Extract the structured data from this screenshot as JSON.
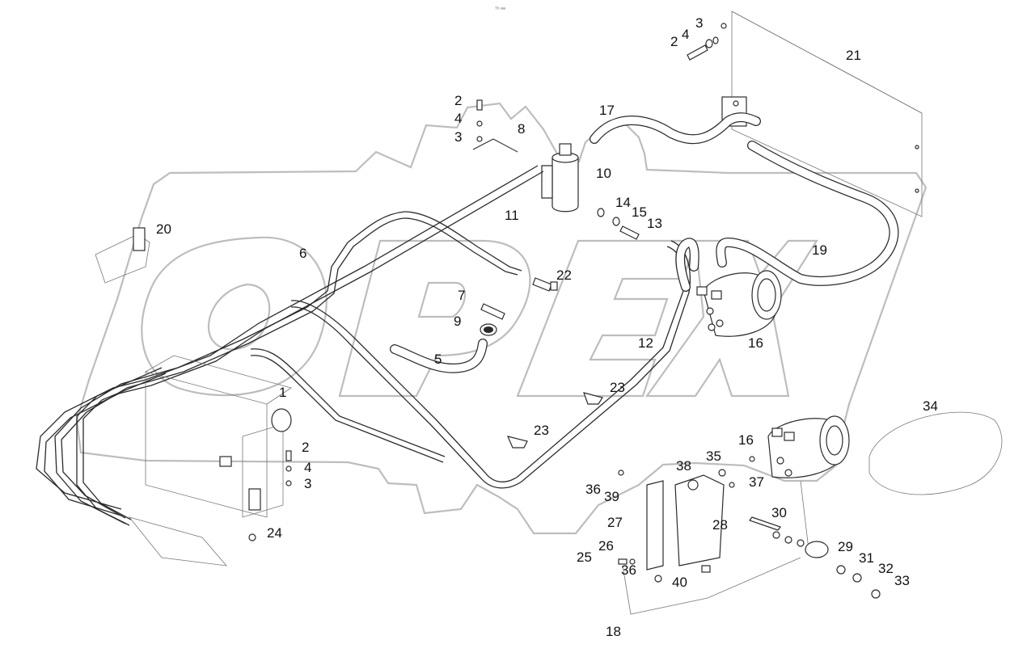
{
  "header_mark": "ᵀᵇ ᵃᵃᵃ",
  "watermark": {
    "text": "OPEX",
    "color": "#bdbdbd"
  },
  "callouts": [
    {
      "id": "c21",
      "text": "21"
    },
    {
      "id": "c3a",
      "text": "3"
    },
    {
      "id": "c4a",
      "text": "4"
    },
    {
      "id": "c2a",
      "text": "2"
    },
    {
      "id": "c2b",
      "text": "2"
    },
    {
      "id": "c4b",
      "text": "4"
    },
    {
      "id": "c3b",
      "text": "3"
    },
    {
      "id": "c8",
      "text": "8"
    },
    {
      "id": "c17",
      "text": "17"
    },
    {
      "id": "c10",
      "text": "10"
    },
    {
      "id": "c11",
      "text": "11"
    },
    {
      "id": "c14",
      "text": "14"
    },
    {
      "id": "c15",
      "text": "15"
    },
    {
      "id": "c13",
      "text": "13"
    },
    {
      "id": "c20",
      "text": "20"
    },
    {
      "id": "c6",
      "text": "6"
    },
    {
      "id": "c19",
      "text": "19"
    },
    {
      "id": "c22",
      "text": "22"
    },
    {
      "id": "c7",
      "text": "7"
    },
    {
      "id": "c9",
      "text": "9"
    },
    {
      "id": "c12",
      "text": "12"
    },
    {
      "id": "c16a",
      "text": "16"
    },
    {
      "id": "c5",
      "text": "5"
    },
    {
      "id": "c23a",
      "text": "23"
    },
    {
      "id": "c1",
      "text": "1"
    },
    {
      "id": "c23b",
      "text": "23"
    },
    {
      "id": "c34",
      "text": "34"
    },
    {
      "id": "c16b",
      "text": "16"
    },
    {
      "id": "c2c",
      "text": "2"
    },
    {
      "id": "c4c",
      "text": "4"
    },
    {
      "id": "c3c",
      "text": "3"
    },
    {
      "id": "c38",
      "text": "38"
    },
    {
      "id": "c35",
      "text": "35"
    },
    {
      "id": "c37",
      "text": "37"
    },
    {
      "id": "c36a",
      "text": "36"
    },
    {
      "id": "c39",
      "text": "39"
    },
    {
      "id": "c30",
      "text": "30"
    },
    {
      "id": "c28",
      "text": "28"
    },
    {
      "id": "c27",
      "text": "27"
    },
    {
      "id": "c24",
      "text": "24"
    },
    {
      "id": "c26",
      "text": "26"
    },
    {
      "id": "c25",
      "text": "25"
    },
    {
      "id": "c29",
      "text": "29"
    },
    {
      "id": "c31",
      "text": "31"
    },
    {
      "id": "c32",
      "text": "32"
    },
    {
      "id": "c36b",
      "text": "36"
    },
    {
      "id": "c40",
      "text": "40"
    },
    {
      "id": "c33",
      "text": "33"
    },
    {
      "id": "c18",
      "text": "18"
    }
  ]
}
